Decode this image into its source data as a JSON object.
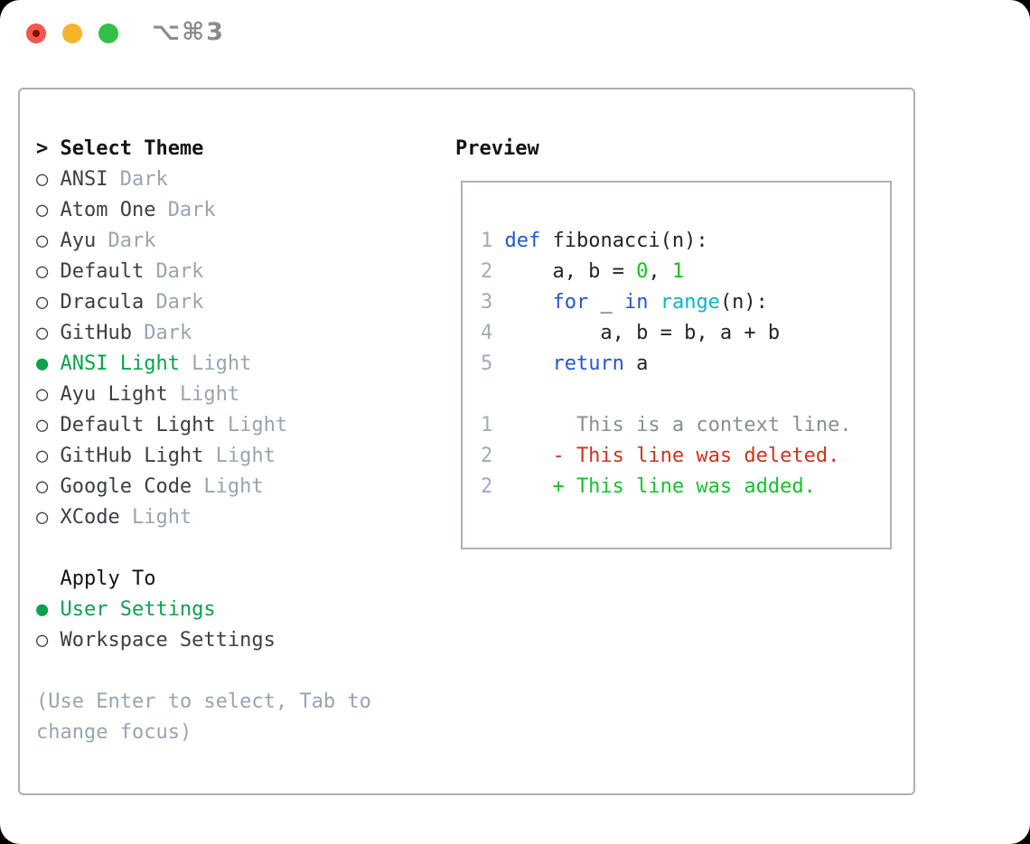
{
  "window": {
    "shortcut_label": "⌥⌘3",
    "traffic_lights": [
      {
        "name": "close",
        "color": "#f2564d"
      },
      {
        "name": "minimize",
        "color": "#f6b42c"
      },
      {
        "name": "zoom",
        "color": "#32c146"
      }
    ]
  },
  "theme_panel": {
    "header": {
      "cursor": ">",
      "label": "Select Theme"
    },
    "themes": [
      {
        "name": "ANSI",
        "tag": "Dark",
        "selected": false
      },
      {
        "name": "Atom One",
        "tag": "Dark",
        "selected": false
      },
      {
        "name": "Ayu",
        "tag": "Dark",
        "selected": false
      },
      {
        "name": "Default",
        "tag": "Dark",
        "selected": false
      },
      {
        "name": "Dracula",
        "tag": "Dark",
        "selected": false
      },
      {
        "name": "GitHub",
        "tag": "Dark",
        "selected": false
      },
      {
        "name": "ANSI Light",
        "tag": "Light",
        "selected": true
      },
      {
        "name": "Ayu Light",
        "tag": "Light",
        "selected": false
      },
      {
        "name": "Default Light",
        "tag": "Light",
        "selected": false
      },
      {
        "name": "GitHub Light",
        "tag": "Light",
        "selected": false
      },
      {
        "name": "Google Code",
        "tag": "Light",
        "selected": false
      },
      {
        "name": "XCode",
        "tag": "Light",
        "selected": false
      }
    ],
    "radio_glyphs": {
      "selected": "●",
      "unselected": "○"
    },
    "apply_to": {
      "label": "Apply To",
      "options": [
        {
          "name": "User Settings",
          "selected": true
        },
        {
          "name": "Workspace Settings",
          "selected": false
        }
      ]
    },
    "hint": "(Use Enter to select, Tab to change focus)"
  },
  "preview": {
    "title": "Preview",
    "code_lines": [
      {
        "num": "1",
        "segments": [
          {
            "t": "def",
            "c": "kw"
          },
          {
            "t": " fibonacci(n):",
            "c": "fg"
          }
        ]
      },
      {
        "num": "2",
        "segments": [
          {
            "t": "    a, b = ",
            "c": "fg"
          },
          {
            "t": "0",
            "c": "lit"
          },
          {
            "t": ", ",
            "c": "fg"
          },
          {
            "t": "1",
            "c": "lit"
          }
        ]
      },
      {
        "num": "3",
        "segments": [
          {
            "t": "    ",
            "c": "fg"
          },
          {
            "t": "for",
            "c": "kw"
          },
          {
            "t": " _ ",
            "c": "fg"
          },
          {
            "t": "in",
            "c": "kw"
          },
          {
            "t": " ",
            "c": "fg"
          },
          {
            "t": "range",
            "c": "fn"
          },
          {
            "t": "(n):",
            "c": "fg"
          }
        ]
      },
      {
        "num": "4",
        "segments": [
          {
            "t": "        a, b = b, a + b",
            "c": "fg"
          }
        ]
      },
      {
        "num": "5",
        "segments": [
          {
            "t": "    ",
            "c": "fg"
          },
          {
            "t": "return",
            "c": "kw"
          },
          {
            "t": " a",
            "c": "fg"
          }
        ]
      },
      {
        "num": "",
        "segments": []
      },
      {
        "num": "1",
        "segments": [
          {
            "t": "      This is a context line.",
            "c": "ctx"
          }
        ]
      },
      {
        "num": "2",
        "segments": [
          {
            "t": "    - This line was deleted.",
            "c": "del"
          }
        ]
      },
      {
        "num": "2",
        "segments": [
          {
            "t": "    + This line was added.",
            "c": "add"
          }
        ]
      }
    ]
  },
  "colors": {
    "selected_green": "#0ba24c",
    "keyword_blue": "#2256d6",
    "builtin_cyan": "#0ab6c8",
    "literal_green": "#12c312",
    "deleted_red": "#cb3520",
    "added_green": "#16c22d",
    "muted_gray": "#9ba4b0",
    "border_gray": "#a9b1bb"
  }
}
